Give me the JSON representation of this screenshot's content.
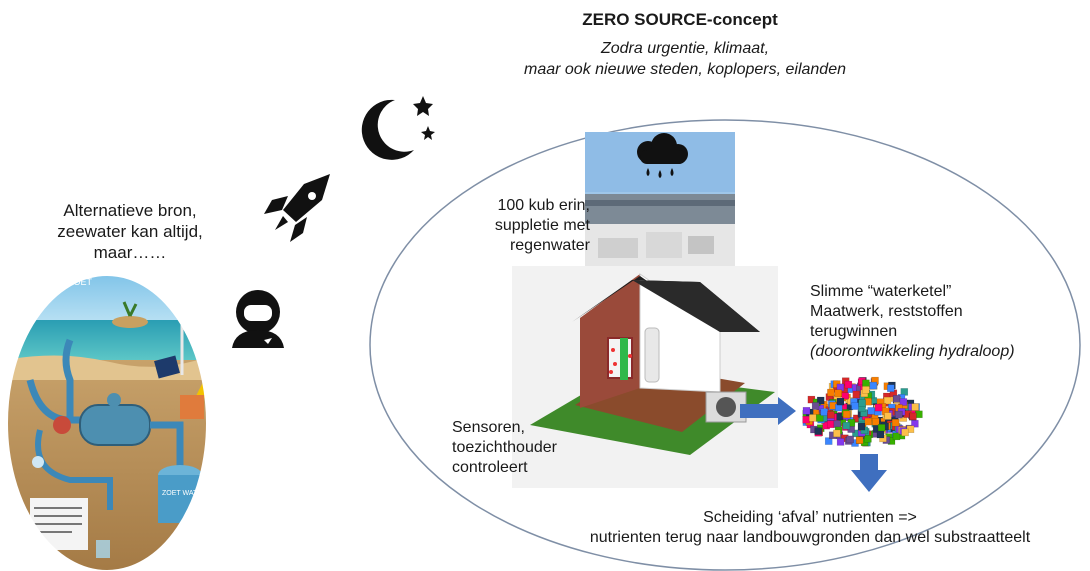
{
  "title": "ZERO SOURCE-concept",
  "subtitle": [
    "Zodra urgentie, klimaat,",
    "maar ook nieuwe steden, koplopers, eilanden"
  ],
  "left_text": [
    "Alternatieve bron,",
    "zeewater kan altijd,",
    "maar……"
  ],
  "rain_text": [
    "100 kub erin,",
    "suppletie met",
    "regenwater"
  ],
  "ketel_text": [
    "Slimme “waterketel”",
    "Maatwerk, reststoffen",
    "terugwinnen",
    "(doorontwikkeling  hydraloop)"
  ],
  "sensor_text": [
    "Sensoren,",
    "toezichthouder",
    "controleert"
  ],
  "bottom_text": [
    "Scheiding ‘afval’ nutrienten =>",
    "nutrienten terug naar landbouwgronden dan wel substraatteelt"
  ],
  "illustration_labels": [
    "ZOET",
    "ZOET WATER"
  ],
  "icons": [
    "moon-stars-icon",
    "rocket-icon",
    "astronaut-icon",
    "rain-cloud-icon",
    "arrow-right-icon",
    "arrow-down-icon"
  ],
  "colors": {
    "arrow": "#3f6fbf",
    "ellipse_stroke": "#7f8fa6",
    "icon": "#111111"
  }
}
